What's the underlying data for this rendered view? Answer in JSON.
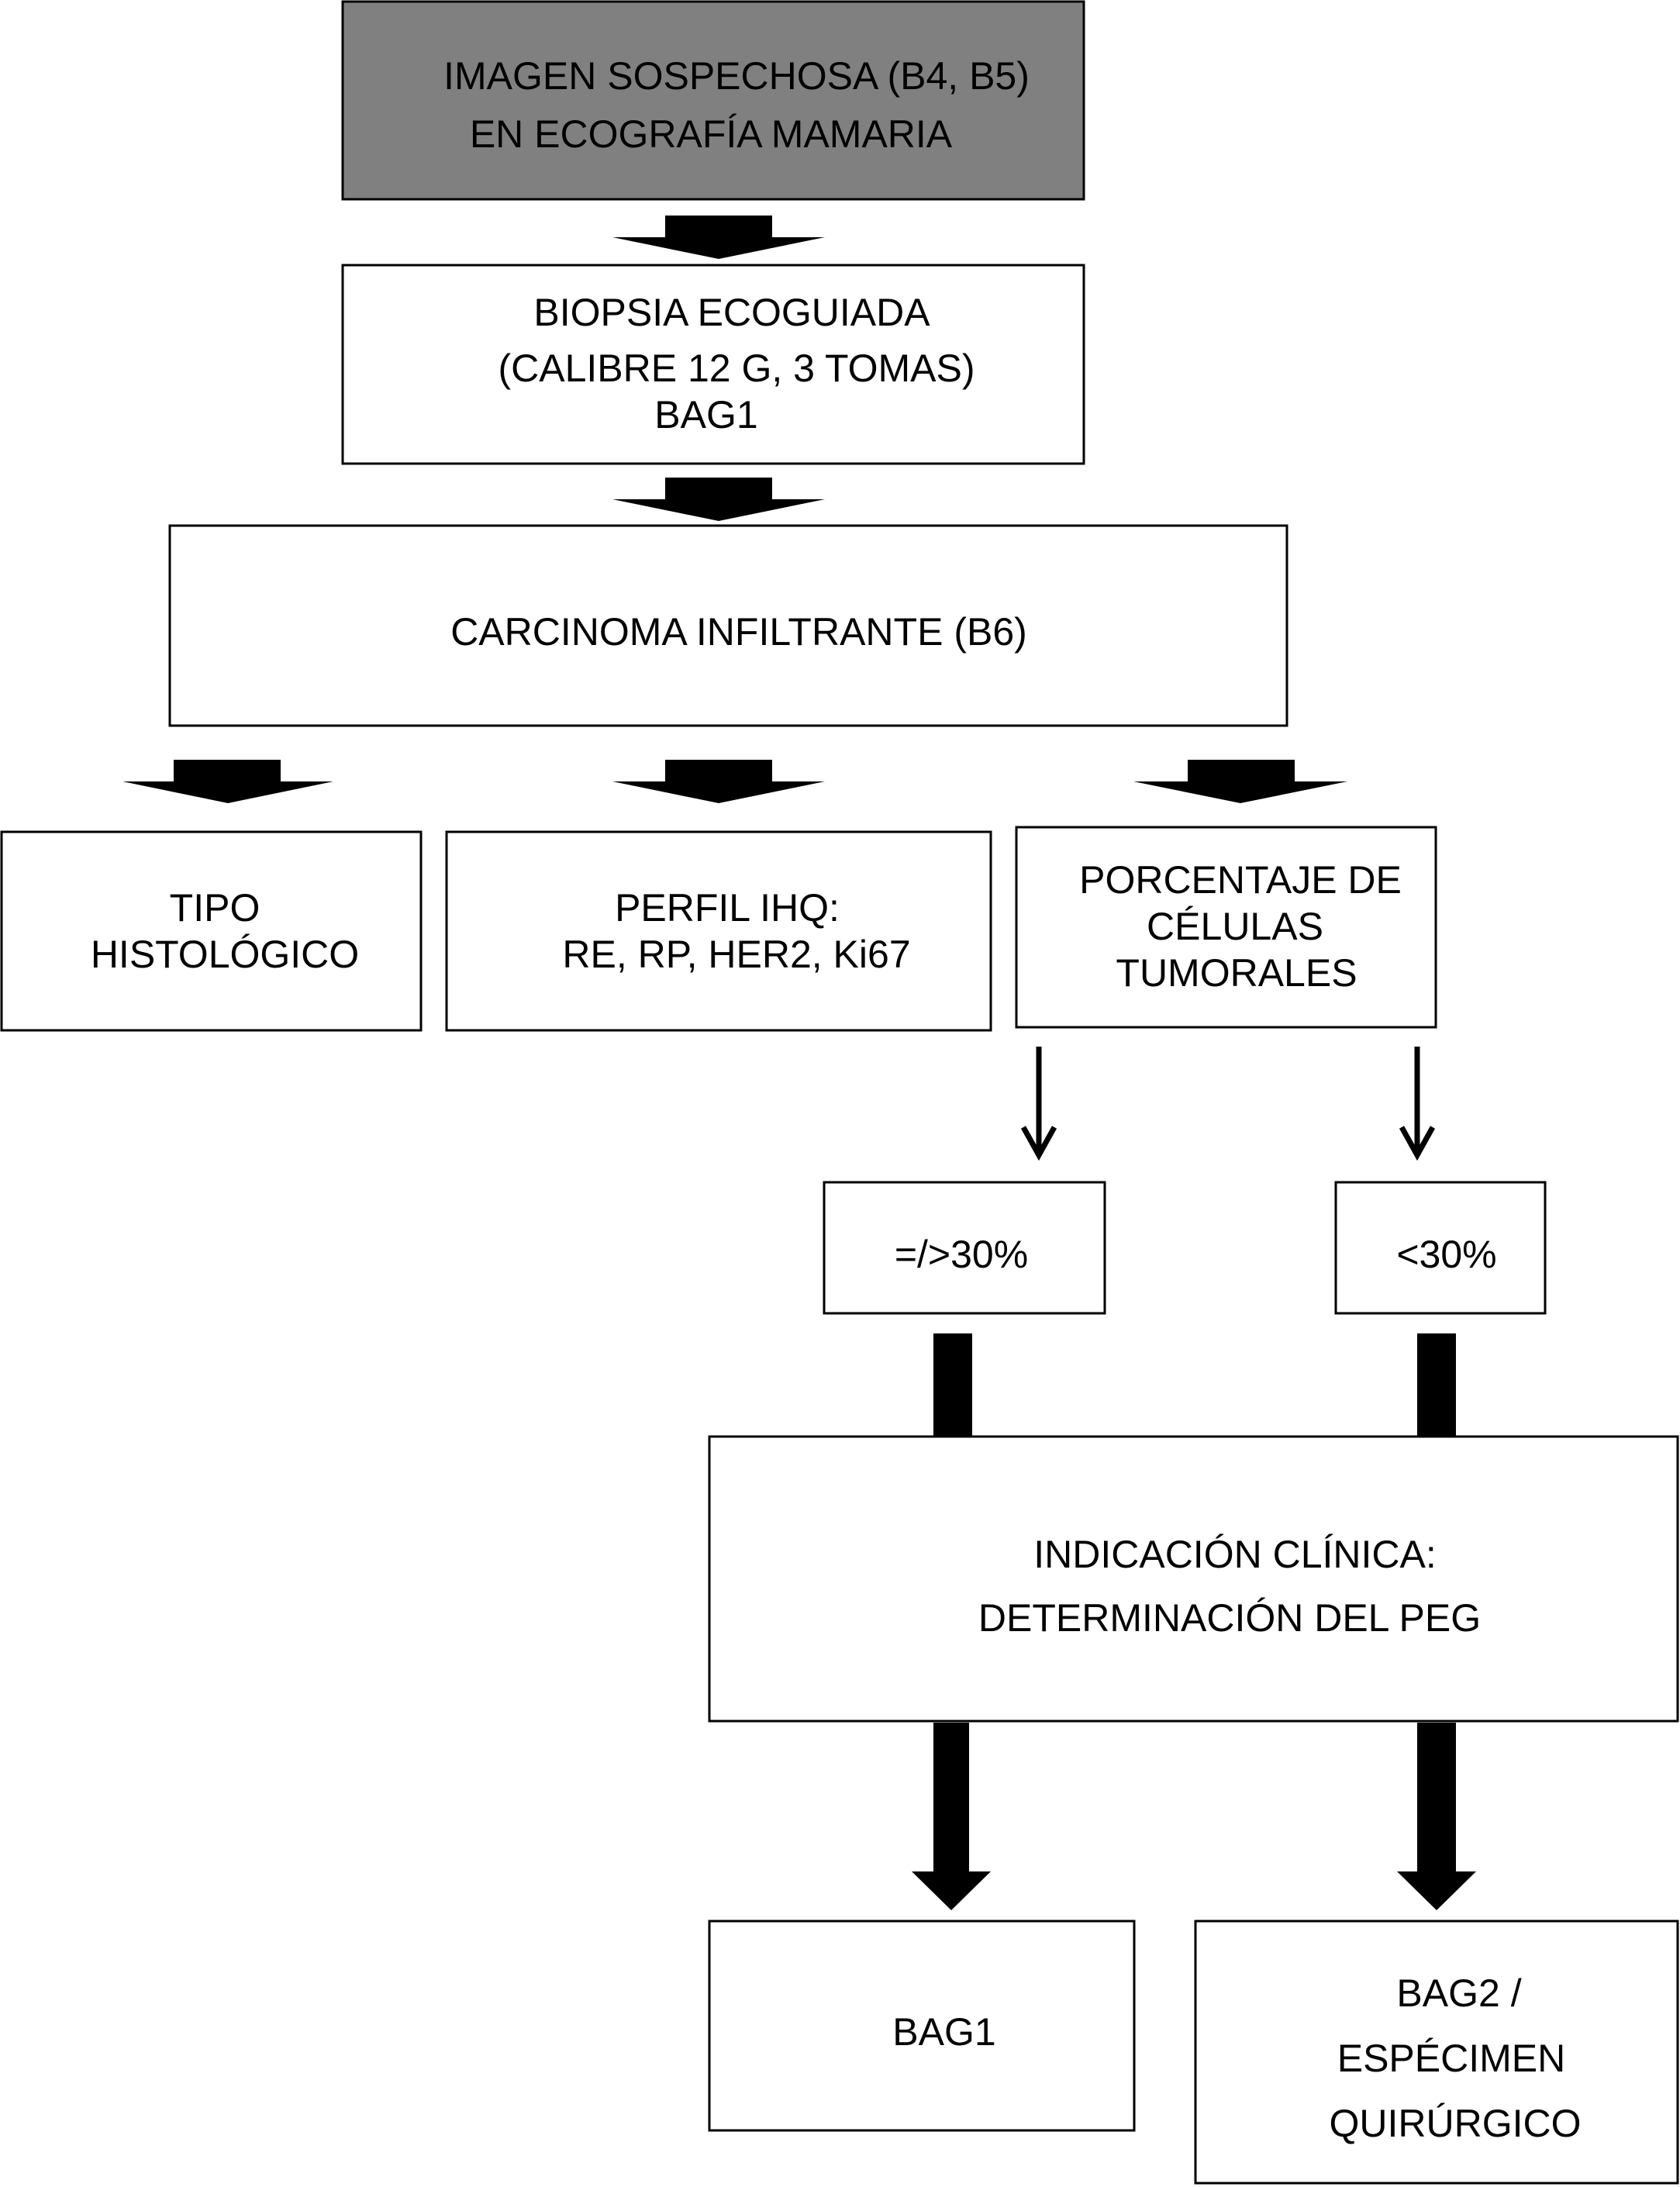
{
  "colors": {
    "header_fill": "#808080",
    "stroke": "#000000",
    "background": "#ffffff"
  },
  "nodes": {
    "suspicious_image": {
      "lines": [
        "IMAGEN SOSPECHOSA (B4, B5)",
        "EN ECOGRAFÍA MAMARIA"
      ]
    },
    "biopsy": {
      "lines": [
        "BIOPSIA ECOGUIADA",
        "(CALIBRE 12 G, 3 TOMAS)",
        "BAG1"
      ]
    },
    "carcinoma": {
      "lines": [
        "CARCINOMA INFILTRANTE (B6)"
      ]
    },
    "histologic_type": {
      "lines": [
        "TIPO",
        "HISTOLÓGICO"
      ]
    },
    "ihq_profile": {
      "lines": [
        "PERFIL IHQ:",
        "RE, RP, HER2, Ki67"
      ]
    },
    "tumor_cell_percentage": {
      "lines": [
        "PORCENTAJE DE",
        "CÉLULAS",
        "TUMORALES"
      ]
    },
    "ge30": {
      "lines": [
        "=/>30%"
      ]
    },
    "lt30": {
      "lines": [
        "<30%"
      ]
    },
    "clinical_indication": {
      "lines": [
        "INDICACIÓN CLÍNICA:",
        "DETERMINACIÓN DEL PEG"
      ]
    },
    "bag1": {
      "lines": [
        "BAG1"
      ]
    },
    "bag2": {
      "lines": [
        "BAG2 /",
        "ESPÉCIMEN",
        "QUIRÚRGICO"
      ]
    }
  }
}
